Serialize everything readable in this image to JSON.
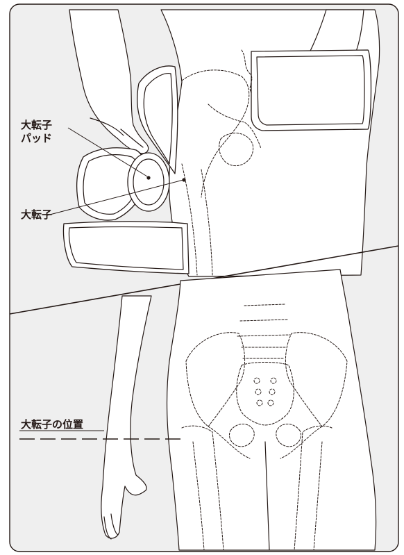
{
  "colors": {
    "background_panel": "#efefef",
    "line": "#231815",
    "skin": "#ffffff"
  },
  "labels": {
    "pad_label_line1": "大転子",
    "pad_label_line2": "パッド",
    "trochanter_label": "大転子",
    "trochanter_position_label": "大転子の位置"
  }
}
